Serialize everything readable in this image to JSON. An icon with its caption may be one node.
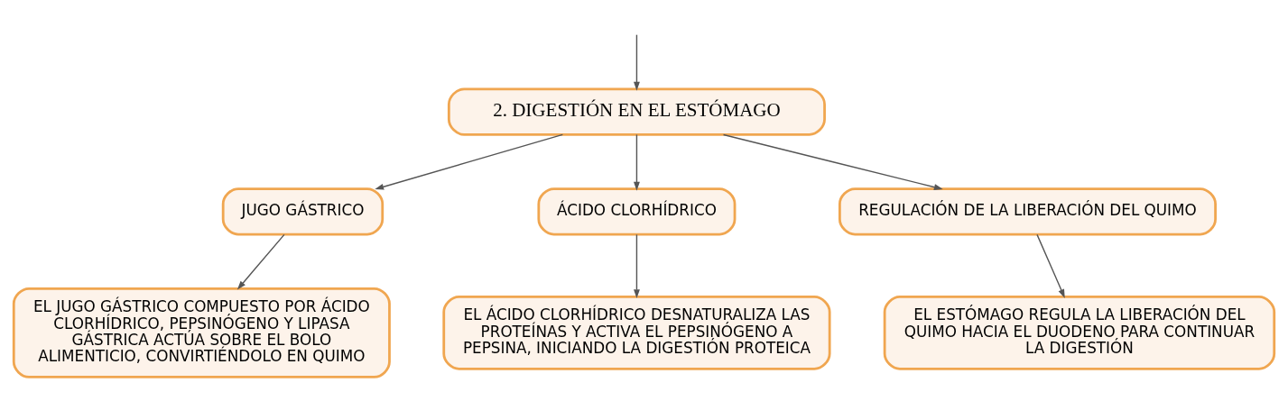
{
  "diagram": {
    "nodes": [
      {
        "text": [
          "2. DIGESTIÓN EN EL ESTÓMAGO"
        ]
      },
      {
        "text": [
          "JUGO GÁSTRICO"
        ]
      },
      {
        "text": [
          "ÁCIDO CLORHÍDRICO"
        ]
      },
      {
        "text": [
          "REGULACIÓN DE LA LIBERACIÓN DEL QUIMO"
        ]
      },
      {
        "text": [
          "EL JUGO GÁSTRICO COMPUESTO POR ÁCIDO CLORHÍDRICO, PEPSINÓGENO Y LIPASA GÁSTRICA ACTÚA SOBRE EL BOLO ALIMENTICIO, CONVIRTIÉNDOLO EN QUIMO"
        ]
      },
      {
        "text": [
          "EL ÁCIDO CLORHÍDRICO DESNATURALIZA LAS PROTEÍNAS Y ACTIVA EL PEPSINÓGENO A PEPSINA, INICIANDO LA DIGESTIÓN PROTEICA"
        ]
      },
      {
        "text": [
          "EL ESTÓMAGO REGULA LA LIBERACIÓN DEL QUIMO HACIA EL DUODENO PARA CONTINUAR LA DIGESTIÓN"
        ]
      }
    ],
    "edges": [
      {
        "from": null,
        "to": 0,
        "arrow": "to"
      },
      {
        "from": 0,
        "to": 1,
        "arrow": "to"
      },
      {
        "from": 0,
        "to": 2,
        "arrow": "to"
      },
      {
        "from": 0,
        "to": 3,
        "arrow": "to"
      },
      {
        "from": 1,
        "to": 4,
        "arrow": "to"
      },
      {
        "from": 2,
        "to": 5,
        "arrow": "to"
      },
      {
        "from": 3,
        "to": 6,
        "arrow": "to"
      }
    ]
  }
}
